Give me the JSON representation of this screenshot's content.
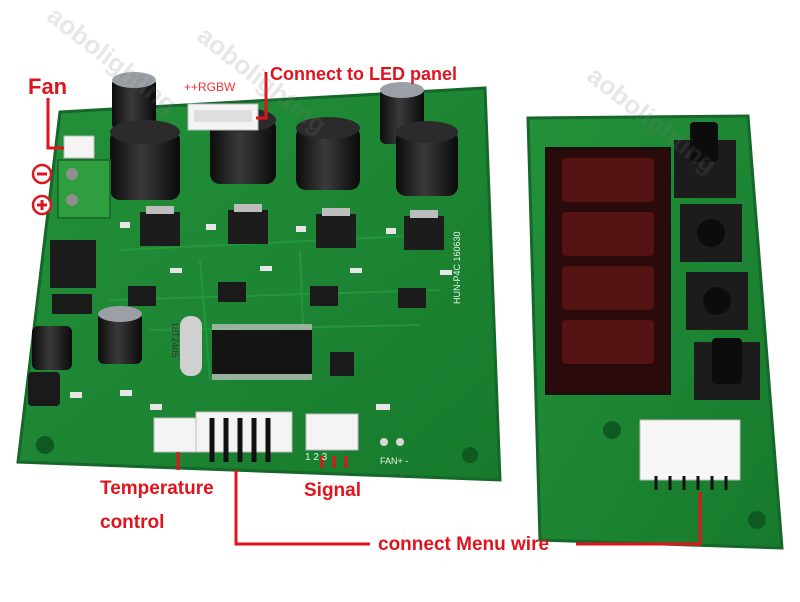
{
  "labels": {
    "fan": "Fan",
    "minus": "−",
    "plus": "+",
    "rgbw": "++RGBW",
    "connect_led": "Connect to LED panel",
    "temperature": "Temperature",
    "control": "control",
    "signal": "Signal",
    "connect_menu": "connect Menu wire"
  },
  "silkscreen": {
    "pins": "1 2 3",
    "fan_pins": "FAN+ -",
    "chip": "18T2405",
    "board_id": "HUN-P4C 160630"
  },
  "watermark": "aobolighting",
  "colors": {
    "pcb": "#1f8a34",
    "pcb_edge": "#16702a",
    "annotation_red": "#e0141e",
    "display_red": "#ff2a2a",
    "capacitor": "#1a1a1a"
  }
}
